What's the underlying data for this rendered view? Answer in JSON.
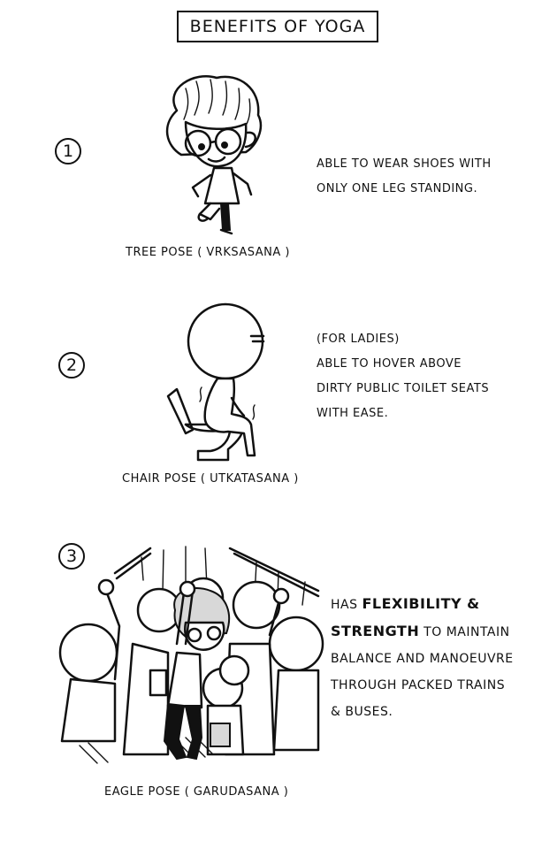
{
  "title": "BENEFITS OF YOGA",
  "poses": [
    {
      "number": "1",
      "name": "TREE POSE ( VRKSASANA )",
      "lines": [
        "ABLE TO WEAR SHOES WITH",
        "ONLY ONE LEG STANDING."
      ]
    },
    {
      "number": "2",
      "name": "CHAIR POSE ( UTKATASANA )",
      "lines": [
        "(FOR LADIES)",
        "ABLE TO HOVER ABOVE",
        "DIRTY PUBLIC TOILET SEATS",
        "WITH EASE."
      ]
    },
    {
      "number": "3",
      "name": "EAGLE POSE ( GARUDASANA )",
      "lines_rich": {
        "l1a": "HAS ",
        "l1b": "FLEXIBILITY &",
        "l2a": "STRENGTH",
        "l2b": " TO MAINTAIN",
        "l3": "BALANCE AND MANOEUVRE",
        "l4": "THROUGH PACKED TRAINS",
        "l5": "& BUSES."
      }
    }
  ],
  "icons": {
    "illustration1": "tree-pose-girl-illustration",
    "illustration2": "chair-pose-toilet-illustration",
    "illustration3": "eagle-pose-crowded-train-illustration"
  }
}
